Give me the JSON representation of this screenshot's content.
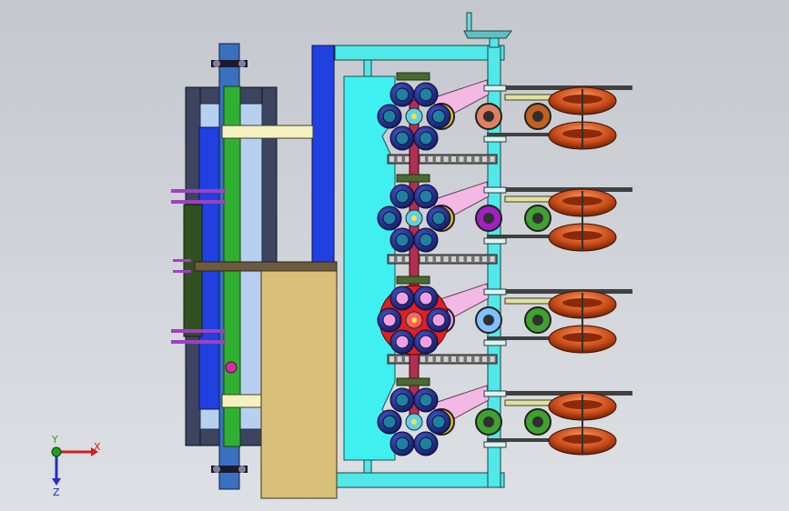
{
  "viewport": {
    "background_top": "#c4c8ce",
    "background_bottom": "#dde0e4"
  },
  "triad": {
    "x_label": "X",
    "y_label": "Y",
    "z_label": "Z",
    "x_color": "#d02020",
    "y_color": "#20a020",
    "z_color": "#2030c0"
  },
  "colors": {
    "frame_cyan": "#50e8e8",
    "panel_cyan": "#40f0f0",
    "shaft_green": "#30b030",
    "column_blue": "#2040e0",
    "tan_block": "#d8c078",
    "seed_roller_navy": "#1c2c8a",
    "seed_roller_teal": "#2080a0",
    "seed_roller_red": "#e02020",
    "seed_roller_pink": "#f0a0e0",
    "press_wheel_orange": "#c84a18",
    "arm_pink": "#f4b8e4",
    "chain_gray": "#707070",
    "dark_frame": "#3c4460"
  },
  "row_units": [
    {
      "hub": "teal",
      "disk_mid": "#e08060",
      "disk_right": "#c06020"
    },
    {
      "hub": "teal",
      "disk_mid": "#a020c0",
      "disk_right": "#40a030"
    },
    {
      "hub": "red",
      "disk_mid": "#80c0ff",
      "disk_right": "#40a030"
    },
    {
      "hub": "teal",
      "disk_mid": "#40a030",
      "disk_right": "#40a030"
    }
  ]
}
